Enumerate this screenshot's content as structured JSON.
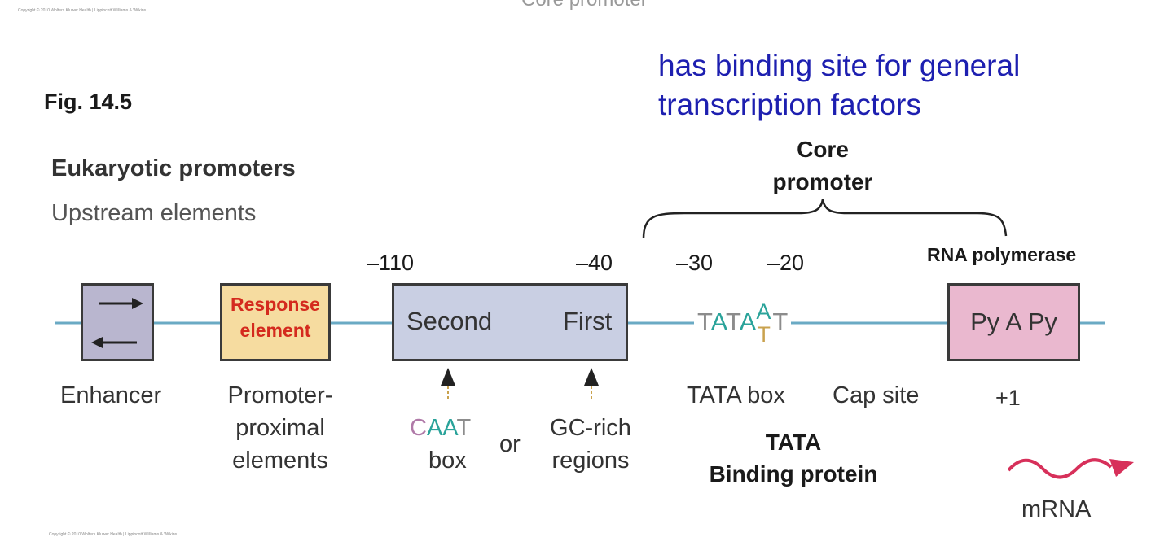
{
  "header": {
    "copyright_top": "Copyright © 2010 Wolters Kluwer Health | Lippincott Williams & Wilkins",
    "cut_title": "Core promoter",
    "fig_label": "Fig. 14.5",
    "annotation_line1": "has binding site for general",
    "annotation_line2": "transcription factors"
  },
  "diagram": {
    "title": "Eukaryotic promoters",
    "subtitle": "Upstream elements",
    "core_line1": "Core",
    "core_line2": "promoter",
    "rna_polymerase": "RNA polymerase",
    "positions": {
      "p110": "–110",
      "p40": "–40",
      "p30": "–30",
      "p20": "–20",
      "plus1": "+1"
    },
    "response_line1": "Response",
    "response_line2": "element",
    "box_second": "Second",
    "box_first": "First",
    "tata": {
      "t1": "T",
      "a1": "A",
      "t2": "T",
      "a2": "A",
      "a_top": "A",
      "t_bottom": "T",
      "t_end": "T"
    },
    "pyapy": "Py A Py",
    "enhancer": "Enhancer",
    "promoter_proximal_1": "Promoter-",
    "promoter_proximal_2": "proximal",
    "promoter_proximal_3": "elements",
    "caat": {
      "c": "C",
      "a1": "A",
      "a2": "A",
      "t": "T",
      "box": "box"
    },
    "or": "or",
    "gc_line1": "GC-rich",
    "gc_line2": "regions",
    "tata_box": "TATA box",
    "cap_site": "Cap site",
    "tbp_line1": "TATA",
    "tbp_line2": "Binding protein",
    "mrna": "mRNA",
    "copyright_bottom": "Copyright © 2010 Wolters Kluwer Health | Lippincott Williams & Wilkins"
  },
  "colors": {
    "dna_line": "#6aaac4",
    "enhancer_fill": "#b9b6cf",
    "response_fill": "#f6dca0",
    "response_text": "#d42a1e",
    "region_fill": "#c9cfe3",
    "pyapy_fill": "#eab8cf",
    "annotation_blue": "#1d1fb0",
    "mrna_red": "#d7305a",
    "tata_t": "#8c8c8c",
    "tata_a": "#2aa39a",
    "caat_c": "#b07aa8"
  }
}
